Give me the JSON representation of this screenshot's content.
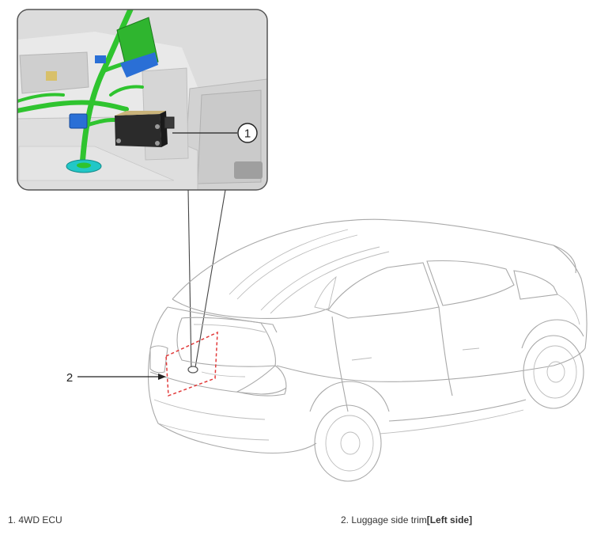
{
  "callouts": {
    "ecu": "1",
    "trim": "2"
  },
  "legend": {
    "item1": "1. 4WD ECU",
    "item2_text": "2. Luggage side trim",
    "item2_bold": "[Left side]"
  },
  "colors": {
    "harness": "#2fc42f",
    "connector": "#2a6fd6",
    "grommet": "#22c7c7",
    "dashed_box": "#e23b3b",
    "ecu_body": "#2b2b2b"
  }
}
